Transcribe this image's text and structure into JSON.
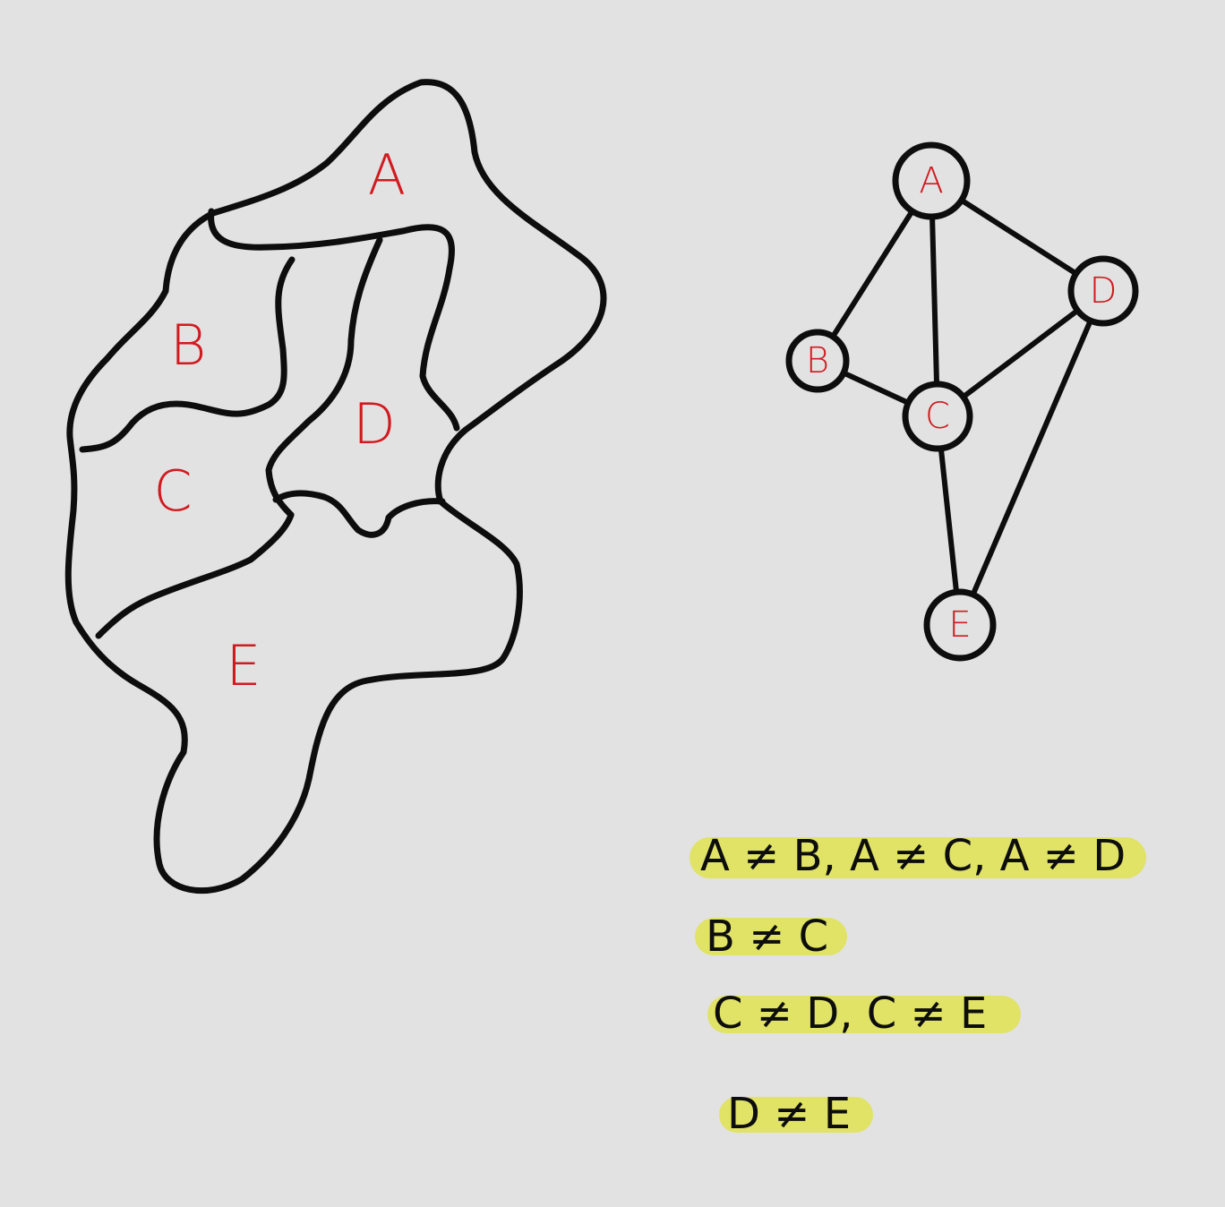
{
  "colors": {
    "background": "#e2e2e2",
    "outline": "#0d0d0d",
    "label_red": "#d11a1f",
    "highlight_yellow": "#e0e366"
  },
  "map": {
    "regions": [
      "A",
      "B",
      "C",
      "D",
      "E"
    ]
  },
  "graph": {
    "nodes": [
      "A",
      "B",
      "C",
      "D",
      "E"
    ],
    "edges": [
      [
        "A",
        "B"
      ],
      [
        "A",
        "C"
      ],
      [
        "A",
        "D"
      ],
      [
        "B",
        "C"
      ],
      [
        "C",
        "D"
      ],
      [
        "C",
        "E"
      ],
      [
        "D",
        "E"
      ]
    ]
  },
  "constraints": [
    "A ≠ B,  A ≠ C,  A ≠ D",
    "B ≠ C",
    "C ≠ D,    C ≠ E",
    "D ≠ E"
  ]
}
